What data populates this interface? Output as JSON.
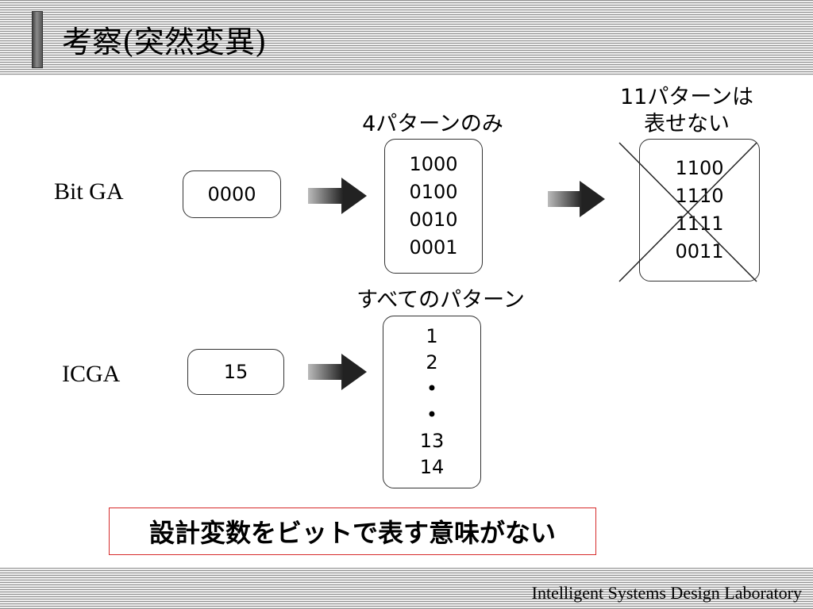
{
  "slide": {
    "title": "考察(突然変異)",
    "footer": "Intelligent Systems Design Laboratory"
  },
  "bit_ga": {
    "label": "Bit GA",
    "input_value": "0000",
    "result_caption": "4パターンのみ",
    "result_values": [
      "1000",
      "0100",
      "0010",
      "0001"
    ],
    "impossible_caption_line1": "11パターンは",
    "impossible_caption_line2": "表せない",
    "impossible_values": [
      "1100",
      "1110",
      "1111",
      "0011"
    ]
  },
  "icga": {
    "label": "ICGA",
    "input_value": "15",
    "result_caption": "すべてのパターン",
    "result_values": [
      "1",
      "2",
      "•",
      "•",
      "13",
      "14"
    ]
  },
  "conclusion": "設計変数をビットで表す意味がない",
  "colors": {
    "conclusion_border": "#d62b2b",
    "arrow_dark": "#222222",
    "arrow_light": "#bbbbbb"
  }
}
